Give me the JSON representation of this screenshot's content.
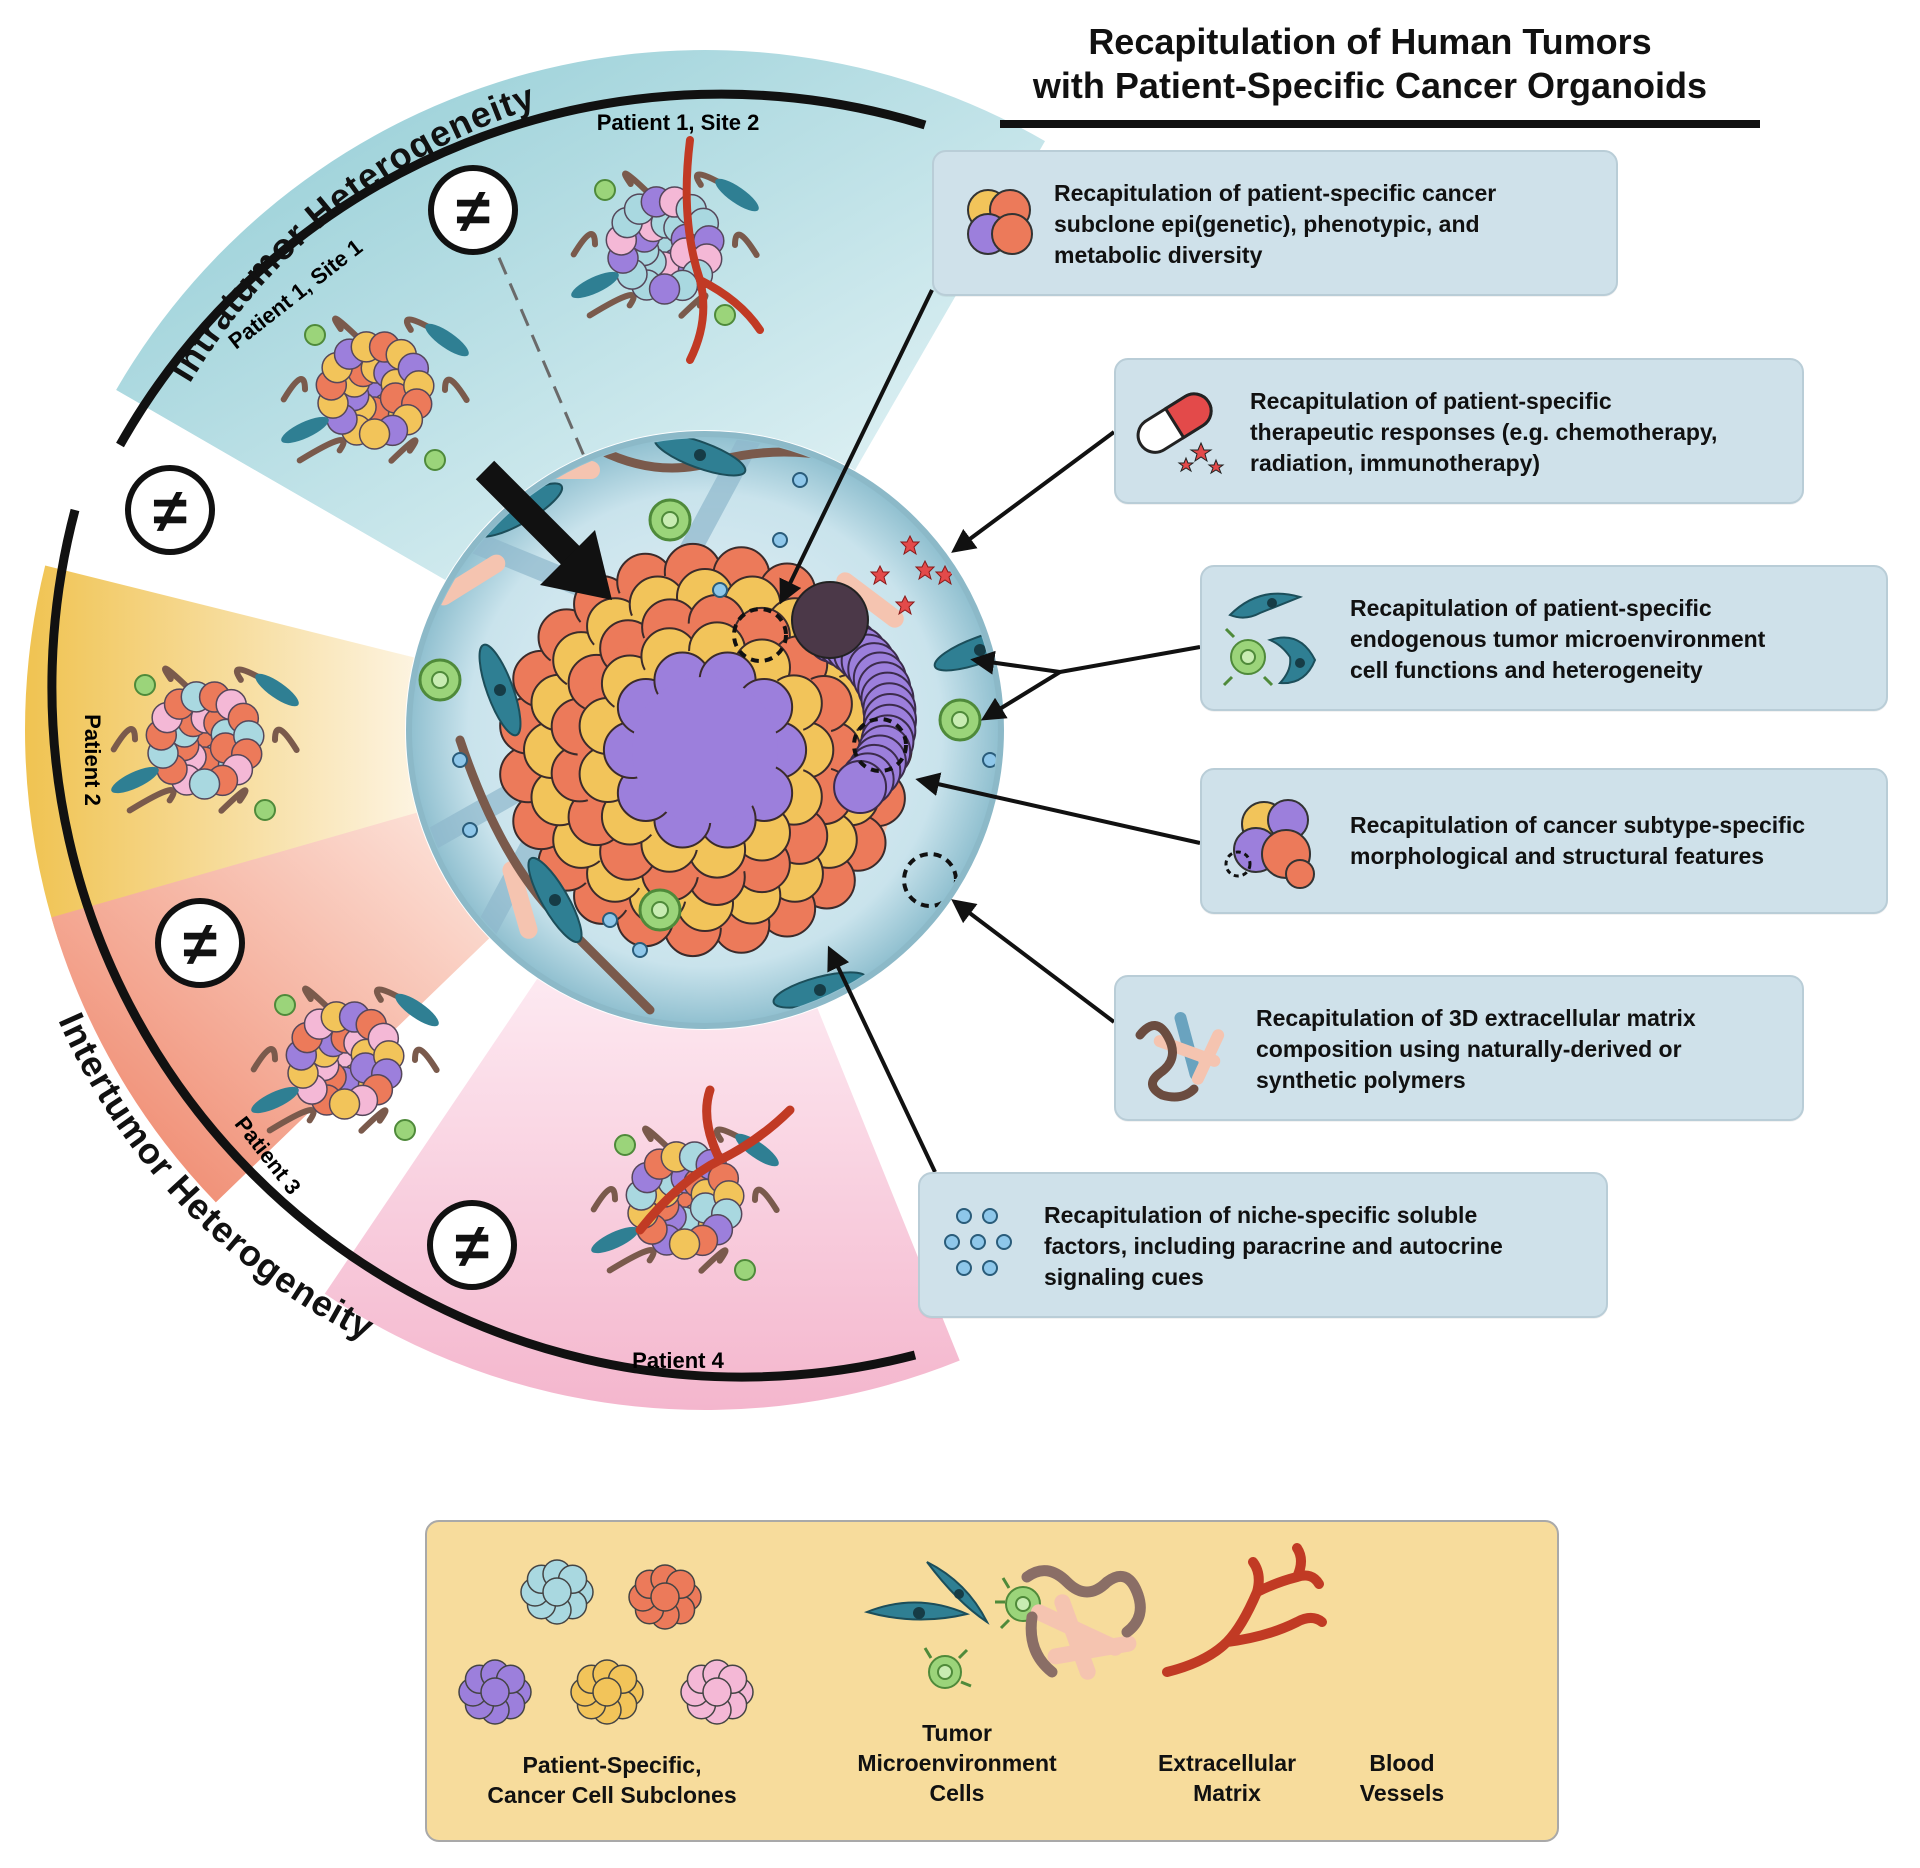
{
  "title": {
    "line1": "Recapitulation of Human Tumors",
    "line2": "with Patient-Specific Cancer Organoids"
  },
  "ring": {
    "intratumor_label": "Intratumor Heterogeneity",
    "intertumor_label": "Intertumor Heterogeneity",
    "not_equal_symbol": "≠",
    "segments": [
      {
        "label": "Patient 1, Site 1"
      },
      {
        "label": "Patient 1, Site 2"
      },
      {
        "label": "Patient 2"
      },
      {
        "label": "Patient 3"
      },
      {
        "label": "Patient 4"
      }
    ]
  },
  "features": [
    {
      "icon": "organoid-subclones-icon",
      "lines": [
        "Recapitulation of patient-specific cancer",
        "subclone epi(genetic), phenotypic, and",
        "metabolic diversity"
      ]
    },
    {
      "icon": "drug-capsule-icon",
      "lines": [
        "Recapitulation of patient-specific",
        "therapeutic responses (e.g. chemotherapy,",
        "radiation, immunotherapy)"
      ]
    },
    {
      "icon": "tme-cells-icon",
      "lines": [
        "Recapitulation of patient-specific",
        "endogenous tumor microenvironment",
        "cell functions and heterogeneity"
      ]
    },
    {
      "icon": "subtype-morphology-icon",
      "lines": [
        "Recapitulation of cancer subtype-specific",
        "morphological and structural features"
      ]
    },
    {
      "icon": "extracellular-matrix-icon",
      "lines": [
        "Recapitulation of 3D extracellular matrix",
        "composition using naturally-derived or",
        "synthetic polymers"
      ]
    },
    {
      "icon": "soluble-factors-icon",
      "lines": [
        "Recapitulation of niche-specific soluble",
        "factors, including paracrine and autocrine",
        "signaling cues"
      ]
    }
  ],
  "legend": {
    "subclones": {
      "line1": "Patient-Specific,",
      "line2": "Cancer Cell Subclones"
    },
    "tme": {
      "line1": "Tumor",
      "line2": "Microenvironment",
      "line3": "Cells"
    },
    "ecm": {
      "line1": "Extracellular",
      "line2": "Matrix"
    },
    "vessels": {
      "line1": "Blood",
      "line2": "Vessels"
    }
  },
  "colors": {
    "intratumor_teal": "#9fd3da",
    "patient2_yellow": "#f2c95e",
    "patient3_salmon": "#f08a6e",
    "patient4_pink": "#f6bed3",
    "feature_box": "#cfe1ea",
    "legend_box": "#f7dc9c",
    "subclone_purple": "#9c7fdc",
    "subclone_orange": "#ec7a5a",
    "subclone_yellow": "#f2c45a",
    "subclone_blue": "#a9d8e0",
    "subclone_pink": "#f4b8d6",
    "tme_teal": "#2f7f93",
    "tme_green": "#9bd47a",
    "ecm_brown": "#7a5a4c",
    "ecm_peach": "#f5c4b0",
    "vessel_red": "#c13a24"
  }
}
